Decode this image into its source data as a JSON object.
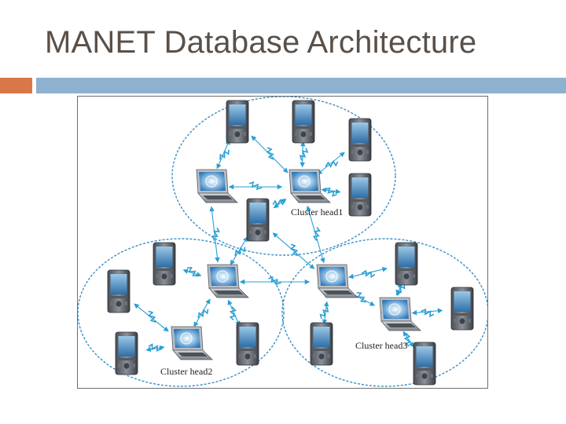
{
  "slide": {
    "title": "MANET Database Architecture"
  },
  "diagram": {
    "cluster_labels": [
      "Cluster head1",
      "Cluster head2",
      "Cluster head3"
    ]
  },
  "colors": {
    "title": "#5a5048",
    "accent_orange": "#d9774a",
    "accent_blue": "#8fb1d0",
    "cluster_ring": "#3a8fc7",
    "wireless_link": "#2a9fd6"
  },
  "icons": {
    "pda": "pda-device-icon",
    "laptop": "laptop-icon",
    "link": "wireless-link-icon"
  }
}
